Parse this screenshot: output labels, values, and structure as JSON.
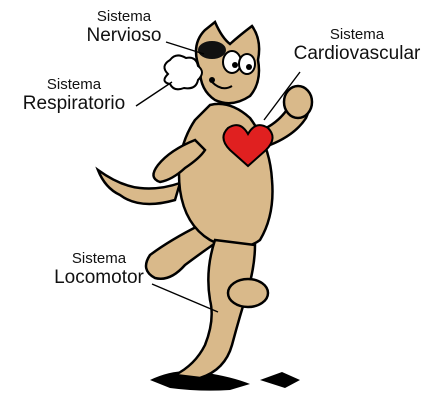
{
  "labels": {
    "nervioso": {
      "line1": "Sistema",
      "line2": "Nervioso"
    },
    "respiratorio": {
      "line1": "Sistema",
      "line2": "Respiratorio"
    },
    "cardiovascular": {
      "line1": "Sistema",
      "line2": "Cardiovascular"
    },
    "locomotor": {
      "line1": "Sistema",
      "line2": "Locomotor"
    }
  },
  "colors": {
    "fur": "#d9b98a",
    "outline": "#000000",
    "heart": "#e02020",
    "brain": "#111111",
    "breath": "#ffffff"
  },
  "icons": [
    "cartoon-cat",
    "heart-icon",
    "brain-icon",
    "breath-puff-icon"
  ]
}
